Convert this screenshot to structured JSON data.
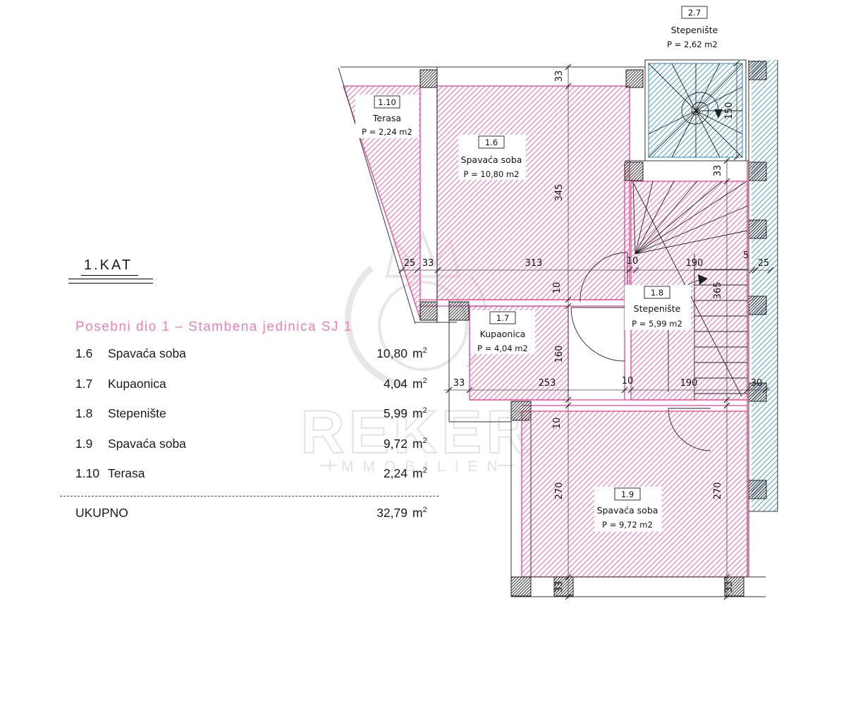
{
  "legend": {
    "floor_title": "1.KAT",
    "unit_title": "Posebni dio 1 – Stambena jedinica SJ 1",
    "rows": [
      {
        "num": "1.6",
        "name": "Spavaća soba",
        "value": "10,80",
        "unit": "m",
        "sup": "2"
      },
      {
        "num": "1.7",
        "name": "Kupaonica",
        "value": "4,04",
        "unit": "m",
        "sup": "2"
      },
      {
        "num": "1.8",
        "name": "Stepenište",
        "value": "5,99",
        "unit": "m",
        "sup": "2"
      },
      {
        "num": "1.9",
        "name": "Spavaća soba",
        "value": "9,72",
        "unit": "m",
        "sup": "2"
      },
      {
        "num": "1.10",
        "name": "Terasa",
        "value": "2,24",
        "unit": "m",
        "sup": "2"
      }
    ],
    "total": {
      "label": "UKUPNO",
      "value": "32,79",
      "unit": "m",
      "sup": "2"
    }
  },
  "watermark": {
    "brand": "REKER",
    "subtitle": "IMMOBILIEN"
  },
  "plan": {
    "rooms": {
      "r27": {
        "id": "2.7",
        "name": "Stepenište",
        "area": "P = 2,62 m2"
      },
      "r110": {
        "id": "1.10",
        "name": "Terasa",
        "area": "P = 2,24 m2"
      },
      "r16": {
        "id": "1.6",
        "name": "Spavaća soba",
        "area": "P = 10,80 m2"
      },
      "r17": {
        "id": "1.7",
        "name": "Kupaonica",
        "area": "P = 4,04 m2"
      },
      "r18": {
        "id": "1.8",
        "name": "Stepenište",
        "area": "P = 5,99 m2"
      },
      "r19": {
        "id": "1.9",
        "name": "Spavaća soba",
        "area": "P = 9,72 m2"
      }
    },
    "dims": {
      "top": [
        "25",
        "33",
        "313",
        "10",
        "190",
        "5",
        "25"
      ],
      "mid": [
        "33",
        "253",
        "10",
        "190",
        "30"
      ],
      "left": [
        "33",
        "345",
        "10",
        "160",
        "10",
        "270",
        "33"
      ],
      "right": [
        "33",
        "365",
        "270",
        "33"
      ],
      "stairbox": "150"
    },
    "colors": {
      "pink": "#e8449b",
      "pink_hatch": "#f173ad",
      "blue": "#4a9ac0",
      "blue_hatch": "#58a5c8"
    }
  }
}
